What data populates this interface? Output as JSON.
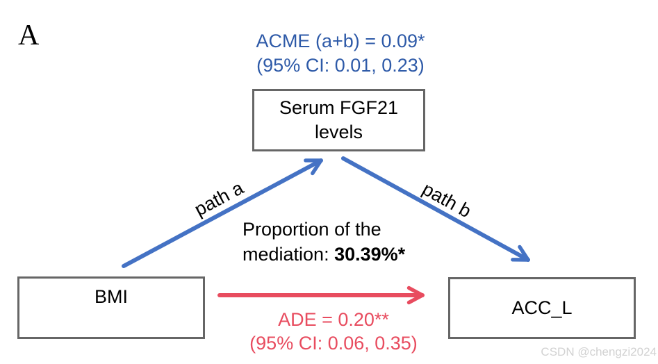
{
  "panel_label": "A",
  "acme": {
    "line1": "ACME (a+b) = 0.09*",
    "line2": "(95% CI: 0.01, 0.23)"
  },
  "mediator_box": {
    "line1": "Serum FGF21",
    "line2": "levels"
  },
  "predictor_box": {
    "label": "BMI"
  },
  "outcome_box": {
    "label": "ACC_L"
  },
  "path_a_label": "path a",
  "path_b_label": "path b",
  "proportion": {
    "line1": "Proportion of the",
    "line2_prefix": "mediation: ",
    "line2_value": "30.39%*"
  },
  "ade": {
    "line1": "ADE = 0.20**",
    "line2": "(95% CI: 0.06, 0.35)"
  },
  "watermark": "CSDN @chengzi2024",
  "colors": {
    "blue_text": "#2E5AA8",
    "blue_arrow": "#4472C4",
    "red_arrow": "#E84C5F",
    "box_border": "#666666",
    "watermark_gray": "#D2D2D2"
  }
}
